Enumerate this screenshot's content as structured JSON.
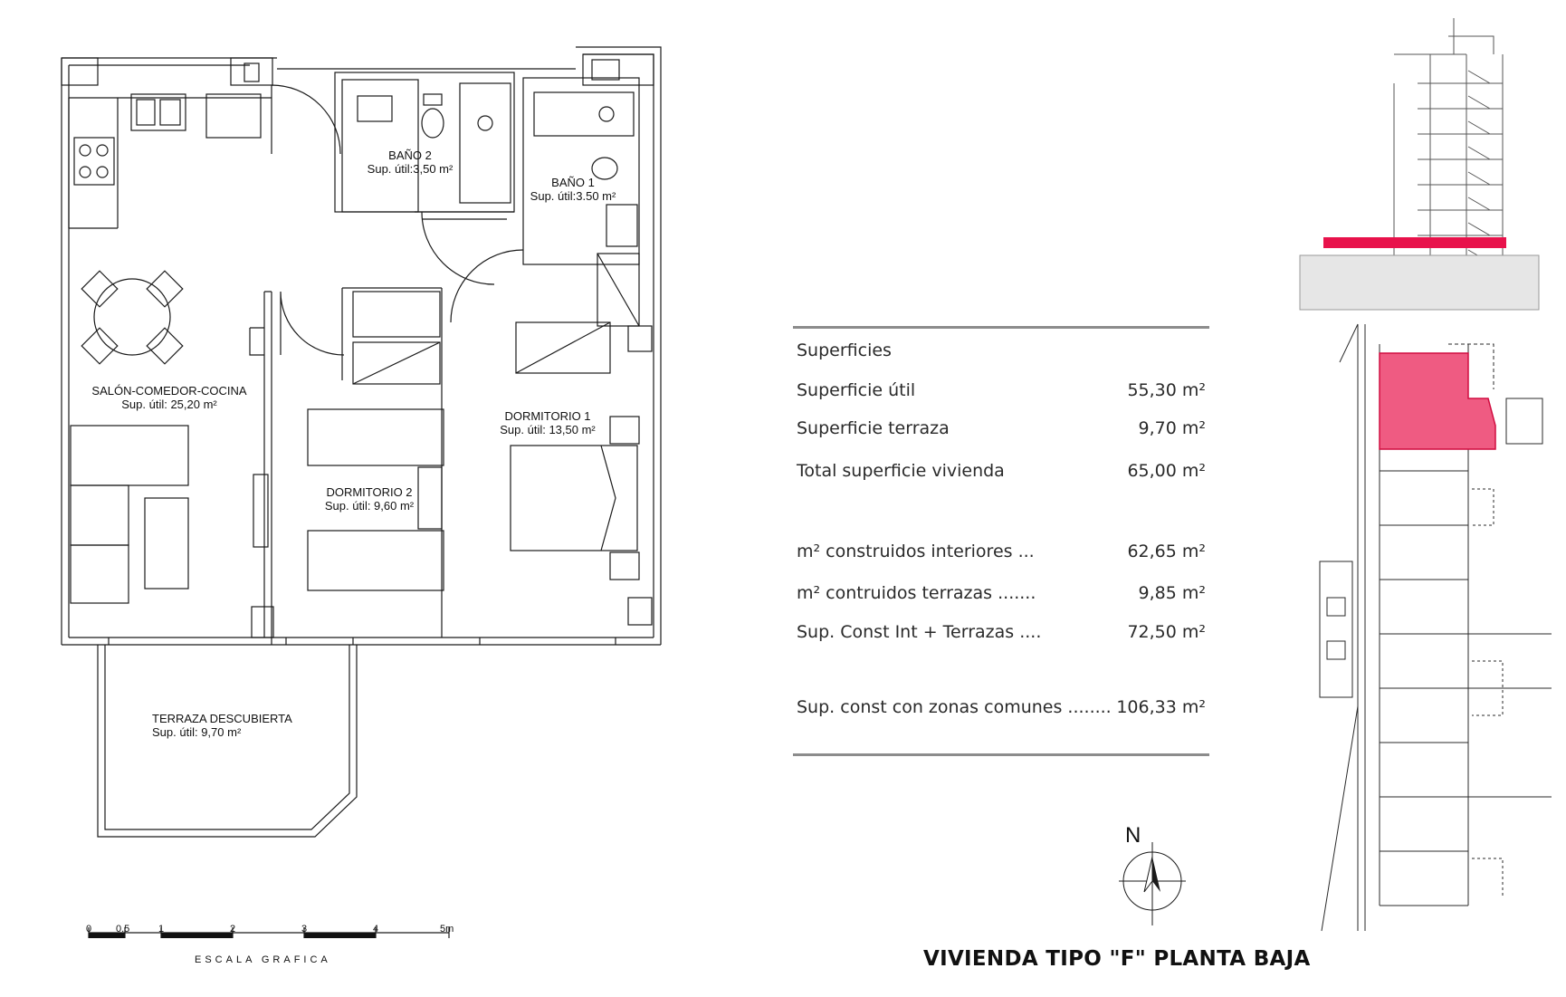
{
  "rooms": {
    "salon": {
      "name": "SALÓN-COMEDOR-COCINA",
      "area": "Sup. útil: 25,20 m²"
    },
    "bano2": {
      "name": "BAÑO 2",
      "area": "Sup. útil:3,50 m²"
    },
    "bano1": {
      "name": "BAÑO 1",
      "area": "Sup. útil:3.50 m²"
    },
    "dorm1": {
      "name": "DORMITORIO 1",
      "area": "Sup. útil: 13,50 m²"
    },
    "dorm2": {
      "name": "DORMITORIO 2",
      "area": "Sup. útil: 9,60 m²"
    },
    "terraza": {
      "name": "TERRAZA DESCUBIERTA",
      "area": "Sup. útil: 9,70 m²"
    }
  },
  "surfaces": {
    "heading": "Superficies",
    "rows": [
      {
        "label": "Superficie útil",
        "value": "55,30 m²"
      },
      {
        "label": "Superficie terraza",
        "value": "9,70 m²"
      },
      {
        "label": "Total superficie vivienda",
        "value": "65,00 m²"
      },
      {
        "label": "m² construidos interiores ...",
        "value": "62,65 m²"
      },
      {
        "label": "m² contruidos terrazas .......",
        "value": "9,85 m²"
      },
      {
        "label": "Sup. Const Int + Terrazas ....",
        "value": "72,50 m²"
      },
      {
        "label": "Sup. const con zonas comunes ........",
        "value": "106,33 m²"
      }
    ]
  },
  "scale": {
    "ticks": [
      "0",
      "0.5",
      "1",
      "2",
      "3",
      "4",
      "5m"
    ],
    "caption": "ESCALA GRAFICA"
  },
  "north_label": "N",
  "title": "VIVIENDA TIPO \"F\" PLANTA BAJA",
  "colors": {
    "highlight": "#e8124b",
    "highlight_fill": "#ef5b82",
    "rule": "#8c8c8c"
  }
}
